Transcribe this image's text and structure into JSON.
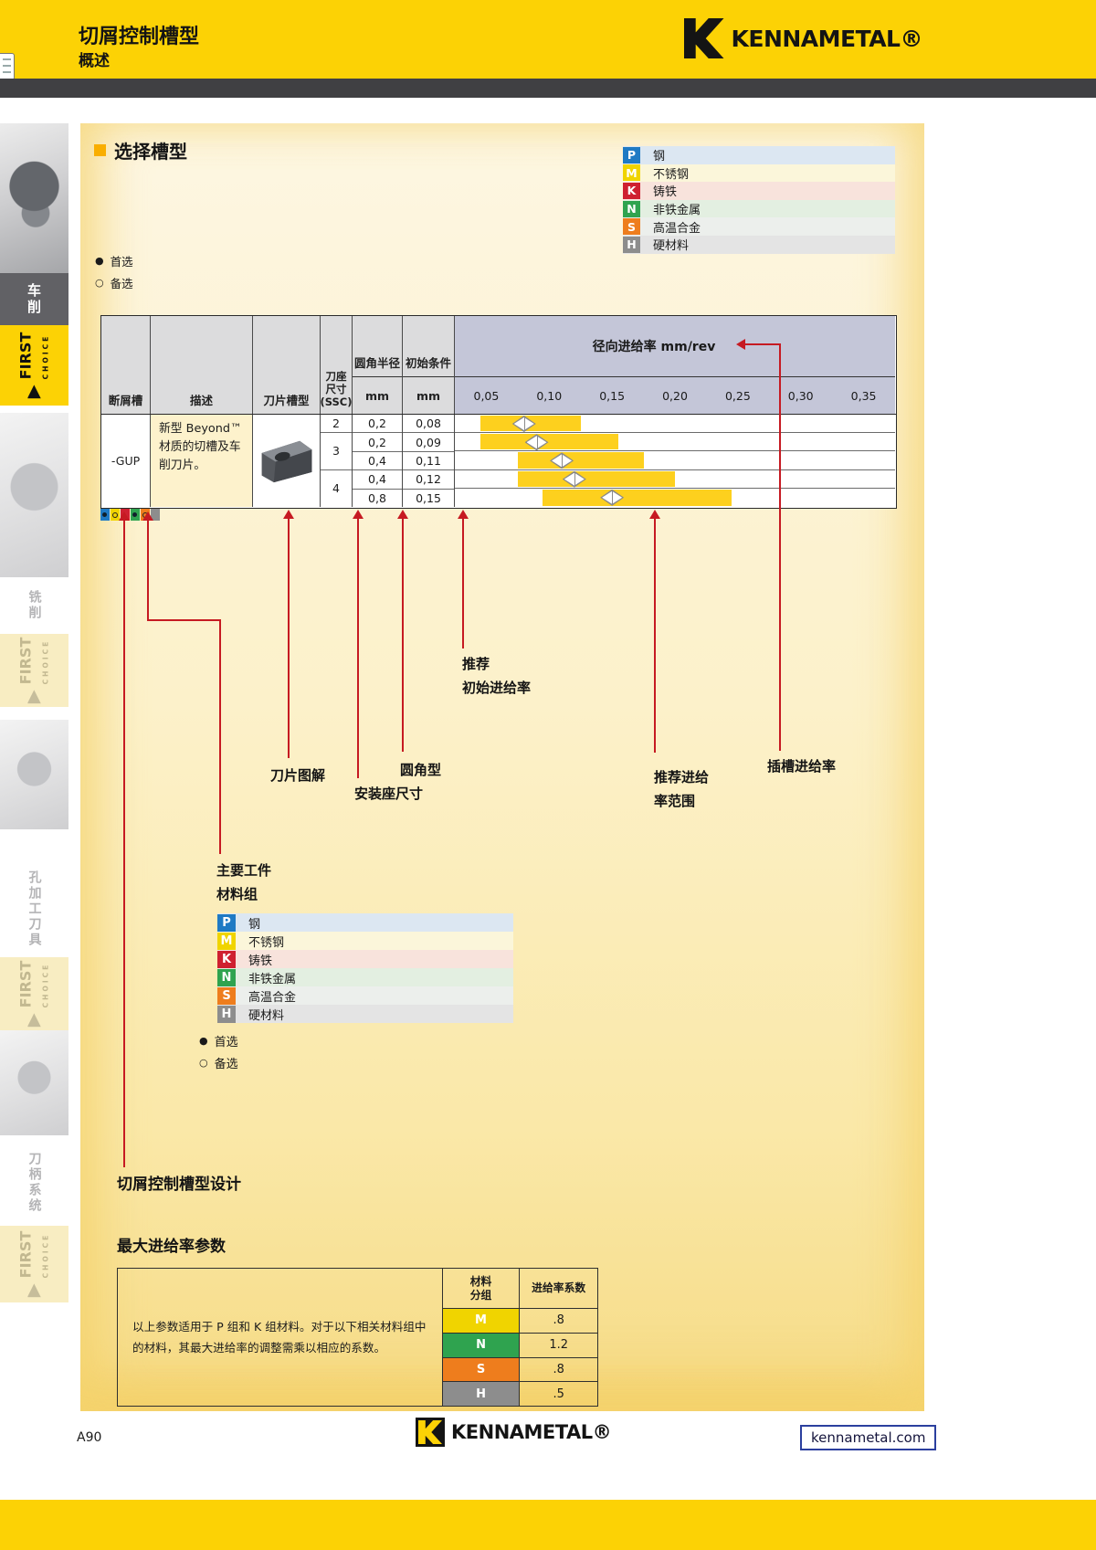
{
  "header": {
    "title": "切屑控制槽型",
    "subtitle": "概述",
    "brand": "KENNAMETAL®"
  },
  "sidebar": {
    "badge": {
      "line1": "FIRST",
      "line2": "CHOICE"
    },
    "sections": [
      {
        "label": "车削",
        "active": true
      },
      {
        "label": "铣削",
        "active": false
      },
      {
        "label": "孔加工刀具",
        "active": false
      },
      {
        "label": "刀柄系统",
        "active": false
      }
    ]
  },
  "section": {
    "title": "选择槽型"
  },
  "legend": {
    "items": [
      {
        "code": "P",
        "label": "钢",
        "color": "#1f7ac4",
        "tint": "#dce7f2"
      },
      {
        "code": "M",
        "label": "不锈钢",
        "color": "#f0d400",
        "tint": "#fbf6da"
      },
      {
        "code": "K",
        "label": "铸铁",
        "color": "#cf2030",
        "tint": "#f8e3dc"
      },
      {
        "code": "N",
        "label": "非铁金属",
        "color": "#2fa34f",
        "tint": "#e3efe1"
      },
      {
        "code": "S",
        "label": "高温合金",
        "color": "#ee7d1d",
        "tint": "#ecefec"
      },
      {
        "code": "H",
        "label": "硬材料",
        "color": "#8d8d8d",
        "tint": "#e4e4e4"
      }
    ]
  },
  "preference": {
    "primary": "首选",
    "secondary": "备选",
    "filled": "●",
    "open": "○"
  },
  "table": {
    "headers": {
      "chipbreaker": "断屑槽",
      "description": "描述",
      "insert": "刀片槽型",
      "seat1": "刀座",
      "seat2": "尺寸",
      "seat3": "(SSC)",
      "radius": "圆角半径",
      "initial": "初始条件",
      "mm": "mm",
      "feed_title": "径向进给率 mm/rev"
    },
    "ticks": [
      "0,05",
      "0,10",
      "0,15",
      "0,20",
      "0,25",
      "0,30",
      "0,35"
    ],
    "chipbreaker": "-GUP",
    "description": "新型 Beyond™ 材质的切槽及车削刀片。",
    "rows": [
      {
        "ssc": "2",
        "radius": "0,2",
        "initial": "0,08",
        "bar_start": 0.045,
        "bar_end": 0.125,
        "marker": 0.08
      },
      {
        "ssc": "3",
        "radius": "0,2",
        "initial": "0,09",
        "bar_start": 0.045,
        "bar_end": 0.155,
        "marker": 0.09
      },
      {
        "ssc": "",
        "radius": "0,4",
        "initial": "0,11",
        "bar_start": 0.075,
        "bar_end": 0.175,
        "marker": 0.11
      },
      {
        "ssc": "4",
        "radius": "0,4",
        "initial": "0,12",
        "bar_start": 0.075,
        "bar_end": 0.2,
        "marker": 0.12
      },
      {
        "ssc": "",
        "radius": "0,8",
        "initial": "0,15",
        "bar_start": 0.095,
        "bar_end": 0.245,
        "marker": 0.15
      }
    ],
    "indicators": [
      {
        "code": "P",
        "color": "#1f7ac4",
        "mark": "dot"
      },
      {
        "code": "M",
        "color": "#f0d400",
        "mark": "ring"
      },
      {
        "code": "K",
        "color": "#cf2030",
        "mark": "none"
      },
      {
        "code": "N",
        "color": "#2fa34f",
        "mark": "dot"
      },
      {
        "code": "S",
        "color": "#ee7d1d",
        "mark": "ring"
      },
      {
        "code": "H",
        "color": "#8d8d8d",
        "mark": "none"
      }
    ]
  },
  "annotations": {
    "initial_feed_1": "推荐",
    "initial_feed_2": "初始进给率",
    "corner": "圆角型",
    "insert_diagram": "刀片图解",
    "slot_feed": "插槽进给率",
    "seat_size": "安装座尺寸",
    "feed_range_1": "推荐进给",
    "feed_range_2": "率范围",
    "workpiece_1": "主要工件",
    "workpiece_2": "材料组",
    "chip_design": "切屑控制槽型设计"
  },
  "max_feed": {
    "title": "最大进给率参数",
    "note": "以上参数适用于 P 组和 K 组材料。对于以下相关材料组中的材料，其最大进给率的调整需乘以相应的系数。",
    "col_group_1": "材料",
    "col_group_2": "分组",
    "col_factor": "进给率系数",
    "rows": [
      {
        "code": "M",
        "factor": ".8",
        "color": "#f0d400"
      },
      {
        "code": "N",
        "factor": "1.2",
        "color": "#2fa34f"
      },
      {
        "code": "S",
        "factor": ".8",
        "color": "#ee7d1d"
      },
      {
        "code": "H",
        "factor": ".5",
        "color": "#8d8d8d"
      }
    ]
  },
  "footer": {
    "page": "A90",
    "brand": "KENNAMETAL®",
    "url": "kennametal.com"
  },
  "chart_data": {
    "type": "bar",
    "title": "径向进给率 mm/rev",
    "x_ticks": [
      0.05,
      0.1,
      0.15,
      0.2,
      0.25,
      0.3,
      0.35
    ],
    "rows": [
      {
        "seat_size": 2,
        "corner_radius_mm": 0.2,
        "initial_feed_mm_rev": 0.08,
        "feed_range_mm_rev": [
          0.045,
          0.125
        ]
      },
      {
        "seat_size": 3,
        "corner_radius_mm": 0.2,
        "initial_feed_mm_rev": 0.09,
        "feed_range_mm_rev": [
          0.045,
          0.155
        ]
      },
      {
        "seat_size": 3,
        "corner_radius_mm": 0.4,
        "initial_feed_mm_rev": 0.11,
        "feed_range_mm_rev": [
          0.075,
          0.175
        ]
      },
      {
        "seat_size": 4,
        "corner_radius_mm": 0.4,
        "initial_feed_mm_rev": 0.12,
        "feed_range_mm_rev": [
          0.075,
          0.2
        ]
      },
      {
        "seat_size": 4,
        "corner_radius_mm": 0.8,
        "initial_feed_mm_rev": 0.15,
        "feed_range_mm_rev": [
          0.095,
          0.245
        ]
      }
    ]
  }
}
